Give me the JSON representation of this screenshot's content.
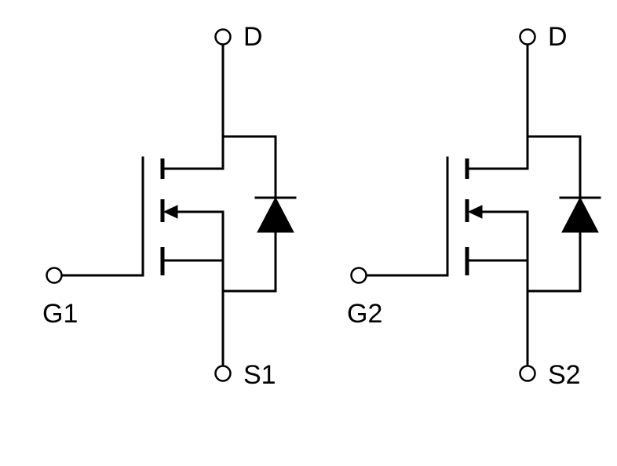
{
  "diagram": {
    "type": "dual-n-channel-mosfet-schematic",
    "transistors": [
      {
        "id": "q1",
        "labels": {
          "drain": "D",
          "gate": "G1",
          "source": "S1"
        }
      },
      {
        "id": "q2",
        "labels": {
          "drain": "D",
          "gate": "G2",
          "source": "S2"
        }
      }
    ]
  }
}
